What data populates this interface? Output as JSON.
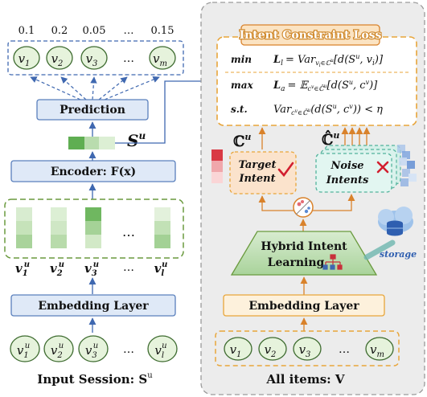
{
  "left": {
    "probs": [
      "0.1",
      "0.2",
      "0.05",
      "…",
      "0.15"
    ],
    "item_nodes": [
      {
        "base": "v",
        "sub": "1"
      },
      {
        "base": "v",
        "sub": "2"
      },
      {
        "base": "v",
        "sub": "3"
      },
      {
        "base": "…",
        "sub": ""
      },
      {
        "base": "v",
        "sub": "m"
      }
    ],
    "prediction_label": "Prediction",
    "su_label": "S",
    "su_sup": "u",
    "encoder_label": "Encoder: F(x)",
    "embed_labels": [
      {
        "base": "v",
        "sub": "1",
        "sup": "u"
      },
      {
        "base": "v",
        "sub": "2",
        "sup": "u"
      },
      {
        "base": "v",
        "sub": "3",
        "sup": "u"
      },
      {
        "base": "…",
        "sub": "",
        "sup": ""
      },
      {
        "base": "v",
        "sub": "l",
        "sup": "u"
      }
    ],
    "embedding_layer_label": "Embedding Layer",
    "session_nodes": [
      {
        "base": "v",
        "sub": "1",
        "sup": "u"
      },
      {
        "base": "v",
        "sub": "2",
        "sup": "u"
      },
      {
        "base": "v",
        "sub": "3",
        "sup": "u"
      },
      {
        "base": "…",
        "sub": "",
        "sup": ""
      },
      {
        "base": "v",
        "sub": "l",
        "sup": "u"
      }
    ],
    "caption": "Input Session: S",
    "caption_sup": "u"
  },
  "right": {
    "loss_title": "Intent Constraint Loss",
    "eq1": {
      "op": "min",
      "lhs": "L",
      "lhs_sub": "l",
      "rhs": "= Var",
      "rhs_tail": "[d(S",
      "rhs_end": ", v",
      "rhs_end_sub": "i",
      "rhs_close": ")]"
    },
    "eq2": {
      "op": "max",
      "lhs": "L",
      "lhs_sub": "a",
      "rhs": "= 𝔼",
      "rhs_tail": "[d(S",
      "rhs_end": ", c",
      "rhs_close": ")]"
    },
    "eq3": {
      "op": "s.t.",
      "lhs": "Var",
      "rhs_tail": "(d(S",
      "rhs_end": ", c",
      "rhs_close": ")) < η"
    },
    "target_set": "ℂ",
    "target_set_sup": "u",
    "noise_set": "ℂ̂",
    "noise_set_sup": "u",
    "target_label_1": "Target",
    "target_label_2": "Intent",
    "noise_label_1": "Noise",
    "noise_label_2": "Intents",
    "hybrid_label_1": "Hybrid Intent",
    "hybrid_label_2": "Learning",
    "storage_label": "storage",
    "embedding_layer_label": "Embedding Layer",
    "item_nodes": [
      {
        "base": "v",
        "sub": "1"
      },
      {
        "base": "v",
        "sub": "2"
      },
      {
        "base": "v",
        "sub": "3"
      },
      {
        "base": "…",
        "sub": ""
      },
      {
        "base": "v",
        "sub": "m"
      }
    ],
    "caption": "All items: V"
  },
  "colors": {
    "node_fill": "#e6f3dc",
    "node_stroke": "#3d6b2f",
    "box_blue": "#dfe9f7",
    "box_blue_stroke": "#5a80bd",
    "loss_orange": "#e8a53a",
    "arrow_orange": "#d9822b",
    "arrow_blue": "#3f68b0",
    "panel_gray": "#ececec"
  }
}
